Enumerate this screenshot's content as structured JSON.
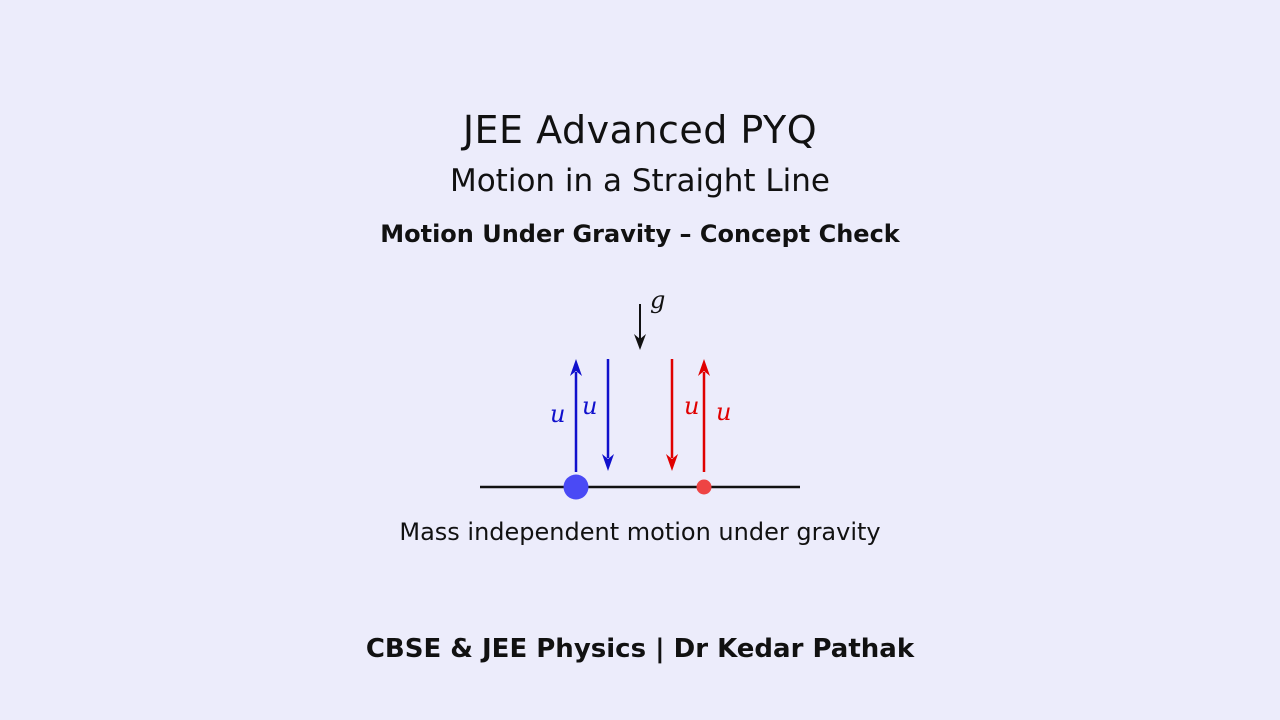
{
  "slide": {
    "title": "JEE Advanced PYQ",
    "subtitle": "Motion in a Straight Line",
    "topic": "Motion Under Gravity – Concept Check",
    "caption": "Mass independent motion under gravity",
    "footer": "CBSE & JEE Physics | Dr Kedar Pathak"
  },
  "diagram": {
    "gravity_label": "g",
    "blue_up_label": "u",
    "blue_down_label": "u",
    "red_down_label": "u",
    "red_up_label": "u",
    "colors": {
      "background": "#ececfb",
      "blue": "#1010cc",
      "blue_ball": "#4a4af5",
      "red": "#e00000",
      "red_ball": "#ee4444",
      "ground": "#111111"
    }
  }
}
